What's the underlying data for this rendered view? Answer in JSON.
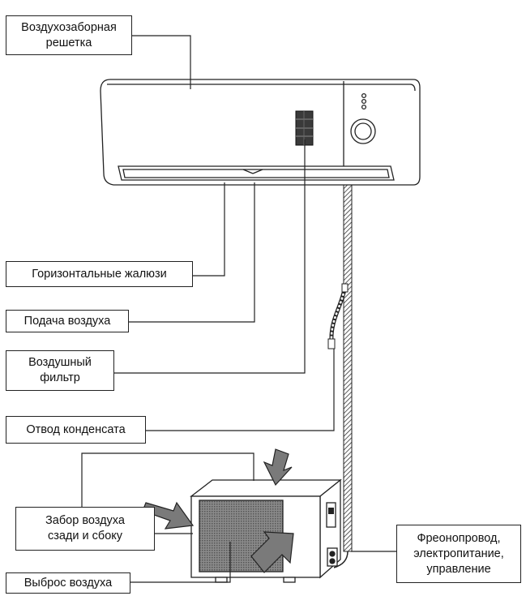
{
  "labels": {
    "air_intake_grille": [
      "Воздухозаборная",
      "решетка"
    ],
    "horizontal_louvers": "Горизонтальные жалюзи",
    "air_supply": "Подача воздуха",
    "air_filter": [
      "Воздушный",
      "фильтр"
    ],
    "condensate_drain": "Отвод конденсата",
    "intake_rear_side": [
      "Забор воздуха",
      "сзади и сбоку"
    ],
    "air_exhaust": "Выброс воздуха",
    "piping": [
      "Фреонопровод,",
      "электропитание,",
      "управление"
    ]
  },
  "colors": {
    "line": "#222222",
    "arrow_fill": "#7a7a7a",
    "grille_fill": "#6a6a6a",
    "filter_fill": "#3a3a3a"
  }
}
